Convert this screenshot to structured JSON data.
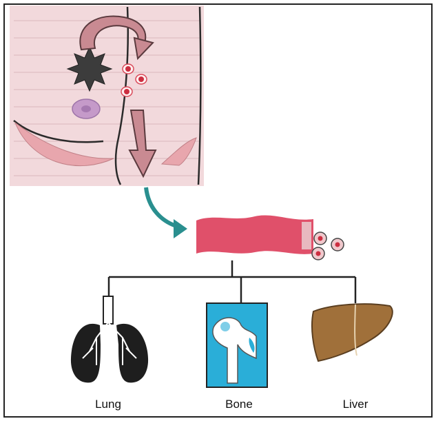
{
  "labels": {
    "lung": "Lung",
    "bone": "Bone",
    "liver": "Liver"
  },
  "colors": {
    "skin": "#f2d9dc",
    "blood_vessel": "#e0506a",
    "teal_arrow": "#2a8f8f",
    "bone_blue": "#2aaed8",
    "liver_brown": "#a0703a",
    "lung_black": "#1e1e1e",
    "arrow_pink": "#c98a92"
  },
  "icons": [
    "curved-arrow-icon",
    "tumor-icon",
    "down-arrow-icon",
    "teal-arrow-icon",
    "lung-icon",
    "bone-icon",
    "liver-icon"
  ]
}
